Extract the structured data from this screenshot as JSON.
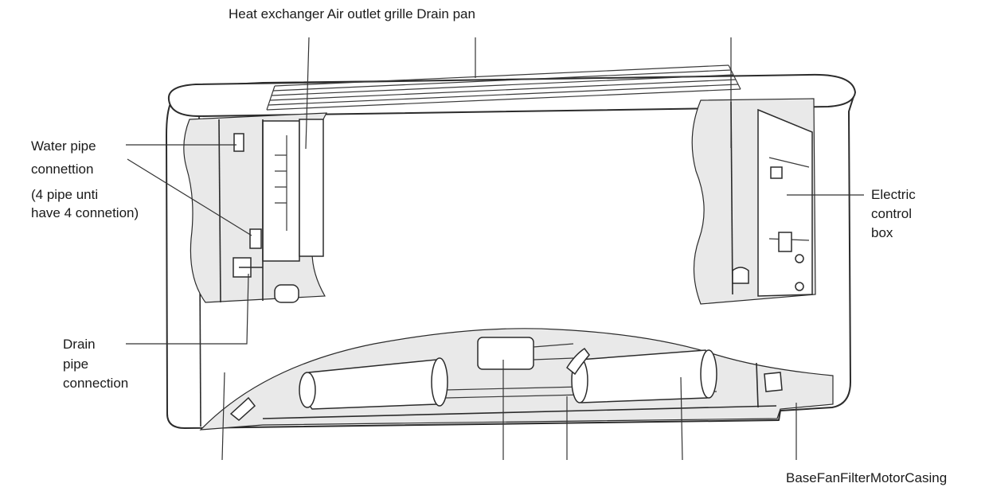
{
  "labels": {
    "top": "Heat exchanger Air outlet grille Drain pan",
    "water_pipe_line1": "Water pipe",
    "water_pipe_line2": "connettion",
    "water_pipe_note_line1": "(4 pipe unti",
    "water_pipe_note_line2": "have 4 connetion)",
    "electric_line1": "Electric",
    "electric_line2": "control",
    "electric_line3": "box",
    "drain_line1": "Drain",
    "drain_line2": "pipe",
    "drain_line3": "connection",
    "bottom": "BaseFanFilterMotorCasing"
  }
}
